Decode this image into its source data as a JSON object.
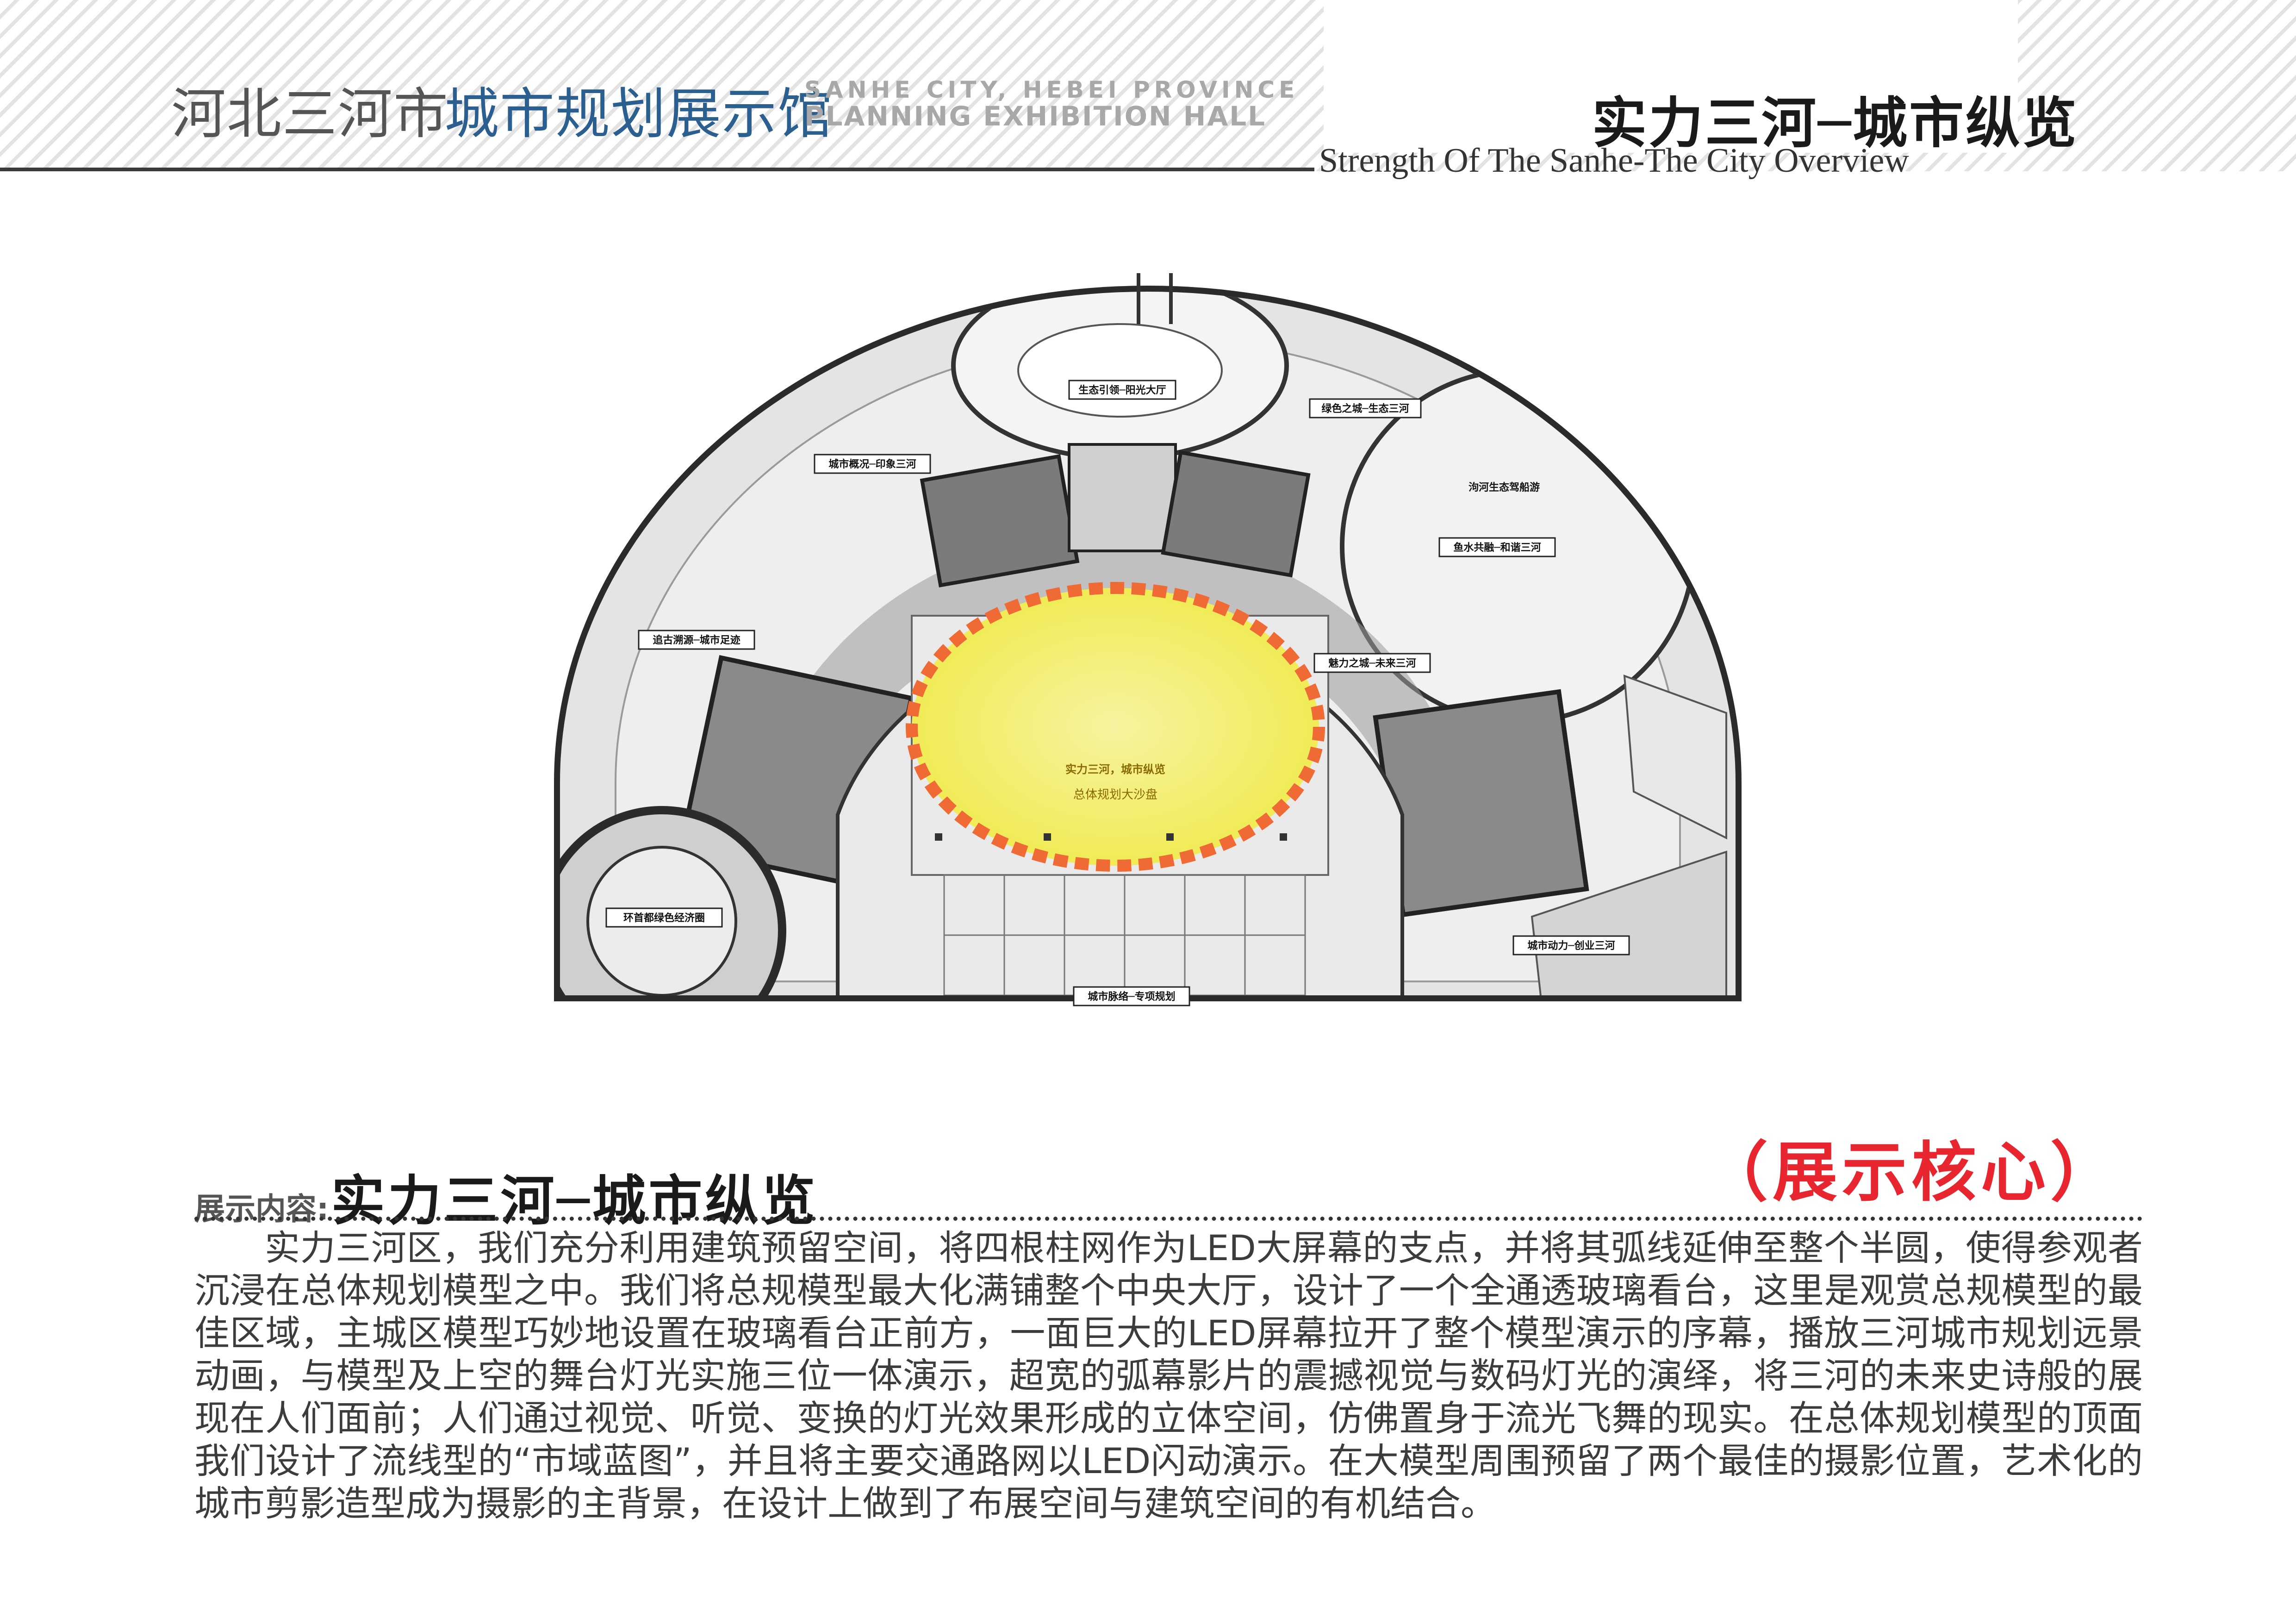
{
  "header": {
    "brand_cn_part1": "河北三河市",
    "brand_cn_part2": "城市规划展示馆",
    "brand_en_line1": "SANHE CITY, HEBEI PROVINCE",
    "brand_en_line2": "PLANNING EXHIBITION HALL",
    "section_title": "实力三河─城市纵览",
    "section_subtitle": "Strength Of The Sanhe-The City Overview"
  },
  "plan": {
    "zones": [
      {
        "id": "sunlight",
        "label": "生态引领─阳光大厅"
      },
      {
        "id": "green",
        "label": "绿色之城─生态三河"
      },
      {
        "id": "impression",
        "label": "城市概况─印象三河"
      },
      {
        "id": "cruise",
        "label": "泃河生态驾船游"
      },
      {
        "id": "fishwater",
        "label": "鱼水共融─和谐三河"
      },
      {
        "id": "trace",
        "label": "追古溯源─城市足迹"
      },
      {
        "id": "charm",
        "label": "魅力之城─未来三河"
      },
      {
        "id": "power",
        "label": "城市动力─创业三河"
      },
      {
        "id": "ring",
        "label": "环首都绿色经济圈"
      },
      {
        "id": "network",
        "label": "城市脉络─专项规划"
      }
    ],
    "center_label_1": "实力三河，城市纵览",
    "center_label_2": "总体规划大沙盘"
  },
  "content": {
    "label_key": "展示内容:",
    "label_value": "实力三河─城市纵览",
    "core_tag": "（展示核心）",
    "body": "实力三河区，我们充分利用建筑预留空间，将四根柱网作为LED大屏幕的支点，并将其弧线延伸至整个半圆，使得参观者沉浸在总体规划模型之中。我们将总规模型最大化满铺整个中央大厅，设计了一个全通透玻璃看台，这里是观赏总规模型的最佳区域，主城区模型巧妙地设置在玻璃看台正前方，一面巨大的LED屏幕拉开了整个模型演示的序幕，播放三河城市规划远景动画，与模型及上空的舞台灯光实施三位一体演示，超宽的弧幕影片的震撼视觉与数码灯光的演绎，将三河的未来史诗般的展现在人们面前；人们通过视觉、听觉、变换的灯光效果形成的立体空间，仿佛置身于流光飞舞的现实。在总体规划模型的顶面我们设计了流线型的“市域蓝图”，并且将主要交通路网以LED闪动演示。在大模型周围预留了两个最佳的摄影位置，艺术化的城市剪影造型成为摄影的主背景，在设计上做到了布展空间与建筑空间的有机结合。"
  },
  "colors": {
    "accent_blue": "#2a5f8f",
    "core_red": "#e8262f",
    "sandtable_yellow": "#f3ef6a",
    "sandtable_border": "#ef6a35"
  }
}
